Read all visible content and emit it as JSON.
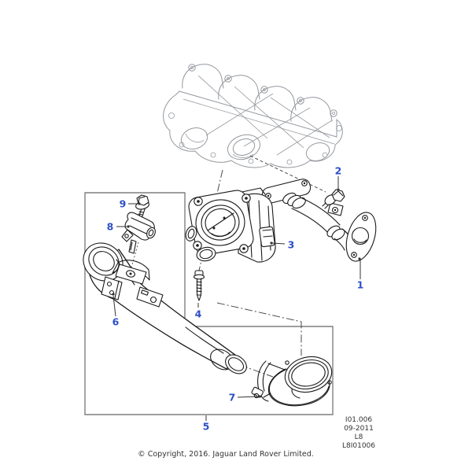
{
  "diagram": {
    "callouts": [
      {
        "number": "1"
      },
      {
        "number": "2"
      },
      {
        "number": "3"
      },
      {
        "number": "4"
      },
      {
        "number": "5"
      },
      {
        "number": "6"
      },
      {
        "number": "7"
      },
      {
        "number": "8"
      },
      {
        "number": "9"
      }
    ],
    "colors": {
      "callout": "#2d4fc8",
      "part": "#1a1a1a",
      "muted": "#94989d",
      "box": "#7f7f7f",
      "leader": "#333333",
      "text": "#333333",
      "background": "#ffffff"
    }
  },
  "reference": {
    "code": "I01.006",
    "date": "09-2011",
    "sheet": "L8",
    "drawing_id": "L8I01006"
  },
  "footer": {
    "copyright": "© Copyright, 2016. Jaguar Land Rover Limited."
  }
}
